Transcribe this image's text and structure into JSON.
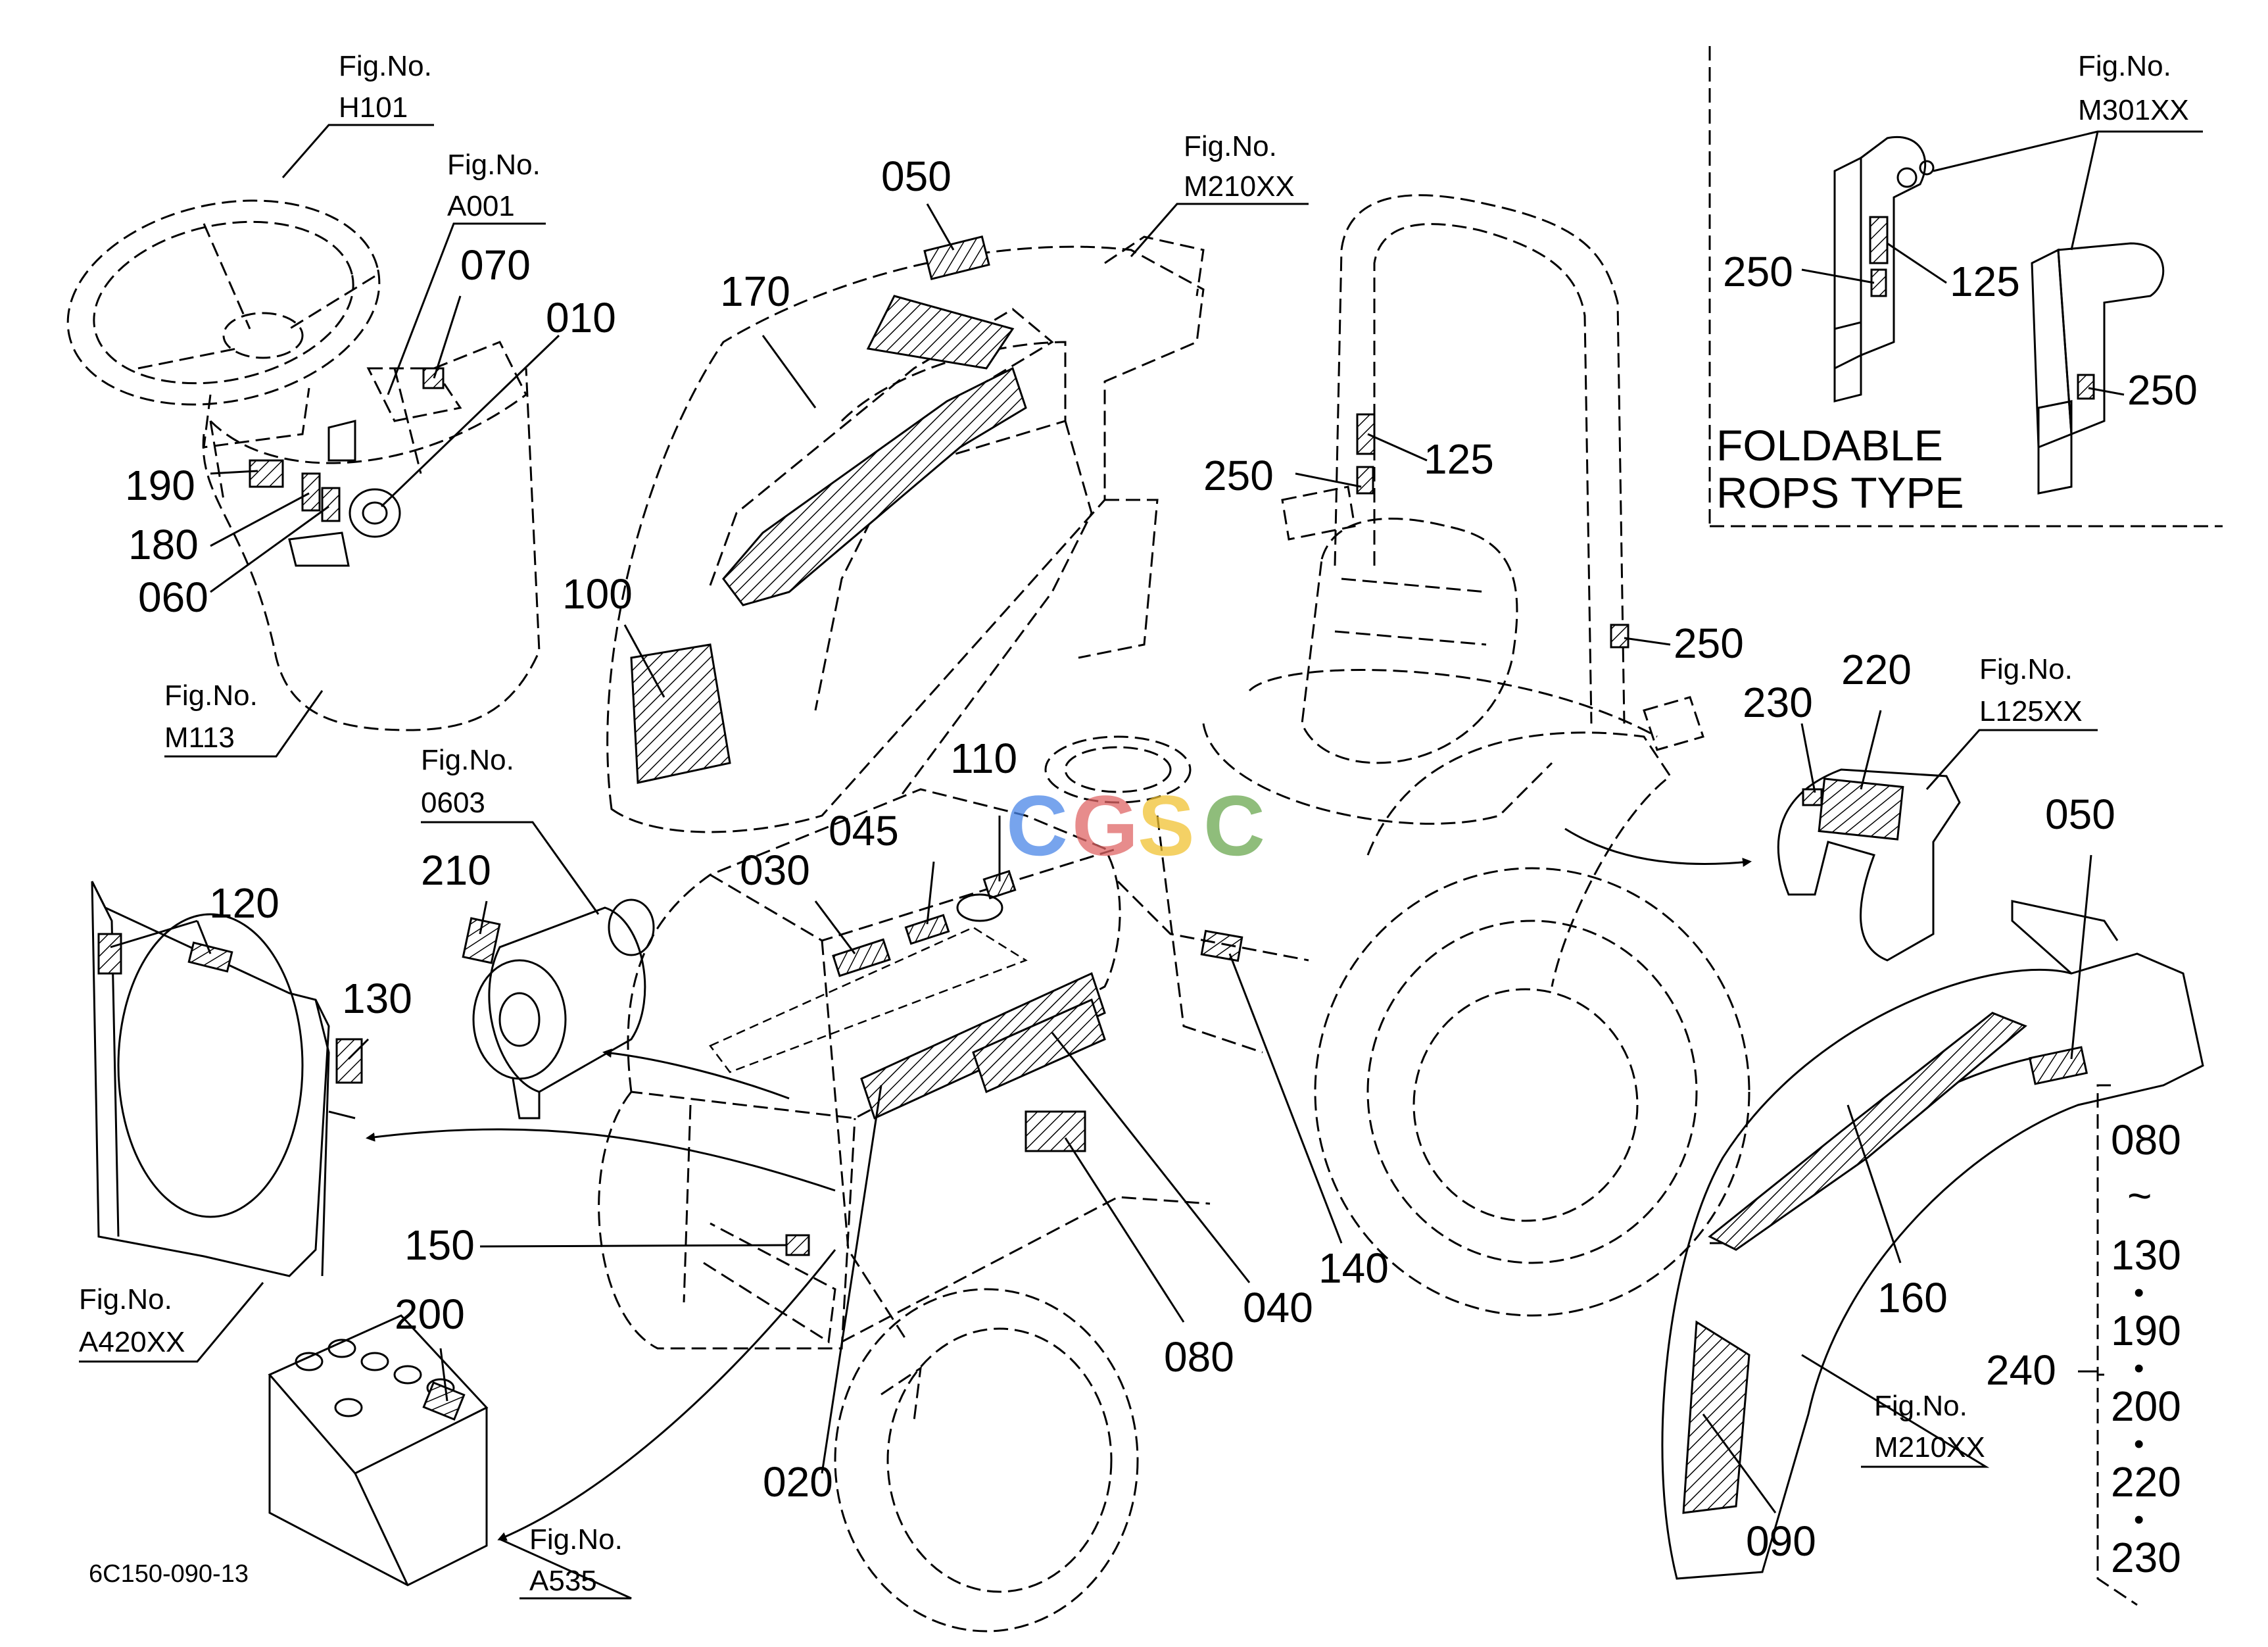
{
  "drawing_code": "6C150-090-13",
  "watermark": "CGSC",
  "panel": {
    "title_line1": "FOLDABLE",
    "title_line2": "ROPS TYPE"
  },
  "figure_refs": [
    {
      "id": "h101",
      "label": "Fig.No.",
      "value": "H101"
    },
    {
      "id": "a001",
      "label": "Fig.No.",
      "value": "A001"
    },
    {
      "id": "m210xx-top",
      "label": "Fig.No.",
      "value": "M210XX"
    },
    {
      "id": "m301xx",
      "label": "Fig.No.",
      "value": "M301XX"
    },
    {
      "id": "m113",
      "label": "Fig.No.",
      "value": "M113"
    },
    {
      "id": "f0603",
      "label": "Fig.No.",
      "value": "0603"
    },
    {
      "id": "l125xx",
      "label": "Fig.No.",
      "value": "L125XX"
    },
    {
      "id": "a420xx",
      "label": "Fig.No.",
      "value": "A420XX"
    },
    {
      "id": "a535",
      "label": "Fig.No.",
      "value": "A535"
    },
    {
      "id": "m210xx-bottom",
      "label": "Fig.No.",
      "value": "M210XX"
    }
  ],
  "callouts": [
    {
      "id": "070",
      "text": "070"
    },
    {
      "id": "010",
      "text": "010"
    },
    {
      "id": "190",
      "text": "190"
    },
    {
      "id": "180",
      "text": "180"
    },
    {
      "id": "060",
      "text": "060"
    },
    {
      "id": "050-top",
      "text": "050"
    },
    {
      "id": "170",
      "text": "170"
    },
    {
      "id": "100",
      "text": "100"
    },
    {
      "id": "250-rops",
      "text": "250"
    },
    {
      "id": "125-rops",
      "text": "125"
    },
    {
      "id": "250-rops-lower",
      "text": "250"
    },
    {
      "id": "250-panel-left",
      "text": "250"
    },
    {
      "id": "125-panel",
      "text": "125"
    },
    {
      "id": "250-panel-right",
      "text": "250"
    },
    {
      "id": "110",
      "text": "110"
    },
    {
      "id": "045",
      "text": "045"
    },
    {
      "id": "030",
      "text": "030"
    },
    {
      "id": "210",
      "text": "210"
    },
    {
      "id": "120",
      "text": "120"
    },
    {
      "id": "130",
      "text": "130"
    },
    {
      "id": "230",
      "text": "230"
    },
    {
      "id": "220",
      "text": "220"
    },
    {
      "id": "050-fender",
      "text": "050"
    },
    {
      "id": "150",
      "text": "150"
    },
    {
      "id": "200",
      "text": "200"
    },
    {
      "id": "020",
      "text": "020"
    },
    {
      "id": "080",
      "text": "080"
    },
    {
      "id": "040",
      "text": "040"
    },
    {
      "id": "140",
      "text": "140"
    },
    {
      "id": "160",
      "text": "160"
    },
    {
      "id": "090",
      "text": "090"
    },
    {
      "id": "240",
      "text": "240"
    }
  ],
  "bracket_list": {
    "items": [
      "080",
      "~",
      "130",
      "•",
      "190",
      "•",
      "200",
      "•",
      "220",
      "•",
      "230"
    ]
  }
}
